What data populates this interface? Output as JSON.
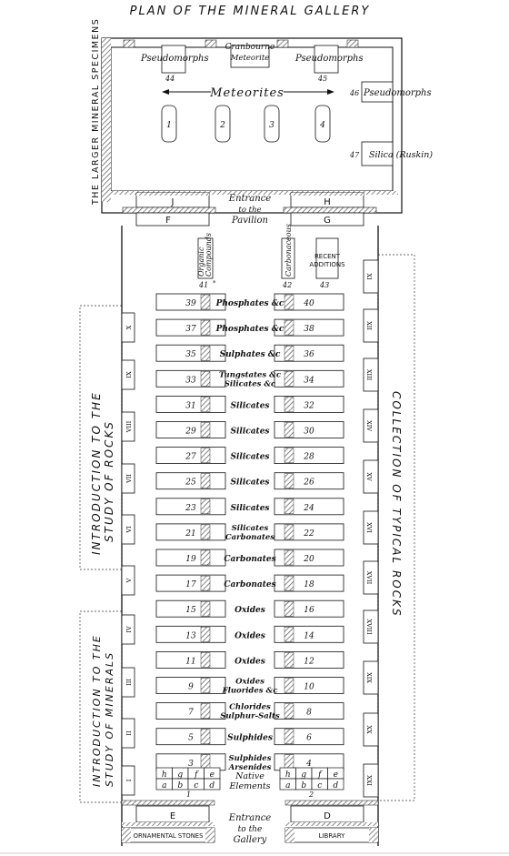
{
  "title": "PLAN OF THE MINERAL GALLERY",
  "pavilion": {
    "side_label": "THE LARGER MINERAL SPECIMENS",
    "pseudomorphs_left": "Pseudomorphs",
    "pseudomorphs_left_num": "44",
    "cranbourne": "Cranbourne Meteorite",
    "pseudomorphs_right": "Pseudomorphs",
    "pseudomorphs_right_num": "45",
    "meteorites": "Meteorites",
    "cases": [
      "1",
      "2",
      "3",
      "4"
    ],
    "right_46_num": "46",
    "right_46": "Pseudomorphs",
    "right_47_num": "47",
    "right_47": "Silica (Ruskin)"
  },
  "doors_top": {
    "J": "J",
    "H": "H",
    "F": "F",
    "G": "G",
    "entrance": "Entrance to the Pavilion"
  },
  "top_cases": {
    "organic": "Organic Compounds",
    "organic_num": "41",
    "carbonaceous": "Carbonaceous",
    "carbon_num": "42",
    "recent": "RECENT ADDITIONS",
    "recent_num": "43"
  },
  "rows": [
    {
      "left": "39",
      "right": "40",
      "label": "Phosphates &c"
    },
    {
      "left": "37",
      "right": "38",
      "label": "Phosphates &c"
    },
    {
      "left": "35",
      "right": "36",
      "label": "Sulphates &c"
    },
    {
      "left": "33",
      "right": "34",
      "label": "Tungstates &c Silicates &c"
    },
    {
      "left": "31",
      "right": "32",
      "label": "Silicates"
    },
    {
      "left": "29",
      "right": "30",
      "label": "Silicates"
    },
    {
      "left": "27",
      "right": "28",
      "label": "Silicates"
    },
    {
      "left": "25",
      "right": "26",
      "label": "Silicates"
    },
    {
      "left": "23",
      "right": "24",
      "label": "Silicates"
    },
    {
      "left": "21",
      "right": "22",
      "label": "Silicates Carbonates"
    },
    {
      "left": "19",
      "right": "20",
      "label": "Carbonates"
    },
    {
      "left": "17",
      "right": "18",
      "label": "Carbonates"
    },
    {
      "left": "15",
      "right": "16",
      "label": "Oxides"
    },
    {
      "left": "13",
      "right": "14",
      "label": "Oxides"
    },
    {
      "left": "11",
      "right": "12",
      "label": "Oxides"
    },
    {
      "left": "9",
      "right": "10",
      "label": "Oxides Fluorides &c"
    },
    {
      "left": "7",
      "right": "8",
      "label": "Chlorides Sulphur-Salts"
    },
    {
      "left": "5",
      "right": "6",
      "label": "Sulphides"
    },
    {
      "left": "3",
      "right": "4",
      "label": "Sulphides Arsenides"
    }
  ],
  "native": {
    "label": "Native Elements",
    "left_top": [
      "h",
      "g",
      "f",
      "e"
    ],
    "left_bottom": [
      "a",
      "b",
      "c",
      "d"
    ],
    "right_top": [
      "h",
      "g",
      "f",
      "e"
    ],
    "right_bottom": [
      "a",
      "b",
      "c",
      "d"
    ],
    "left_num": "1",
    "right_num": "2"
  },
  "left_cases": [
    "X",
    "IX",
    "VIII",
    "VII",
    "VI",
    "V",
    "IV",
    "III",
    "II",
    "I"
  ],
  "right_cases": [
    "XI",
    "XII",
    "XIII",
    "XIV",
    "XV",
    "XVI",
    "XVII",
    "XVIII",
    "XIX",
    "XX",
    "XXI"
  ],
  "left_group_upper": "Introduction to the Study of Rocks",
  "left_group_lower": "Introduction to the Study of Minerals",
  "right_group": "Collection of Typical Rocks",
  "bottom": {
    "E": "E",
    "D": "D",
    "ornamental": "ORNAMENTAL STONES",
    "library": "LIBRARY",
    "entrance": "Entrance to the Gallery"
  }
}
